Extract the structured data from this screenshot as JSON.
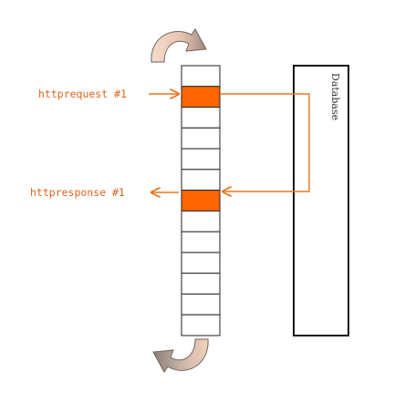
{
  "labels": {
    "request": "httprequest #1",
    "response": "httpresponse #1",
    "database": "Database"
  },
  "queue": {
    "slot_count": 13,
    "highlighted_slots": [
      1,
      6
    ]
  },
  "colors": {
    "highlight": "#ff6600",
    "arrow": "#e8761e",
    "label": "#e0641a",
    "outline": "#222222",
    "cycle_arrow_light": "#f3d2bd",
    "cycle_arrow_dark": "#8a7d75"
  },
  "icons": {
    "top": "cycle-arrow-top-icon",
    "bottom": "cycle-arrow-bottom-icon"
  }
}
